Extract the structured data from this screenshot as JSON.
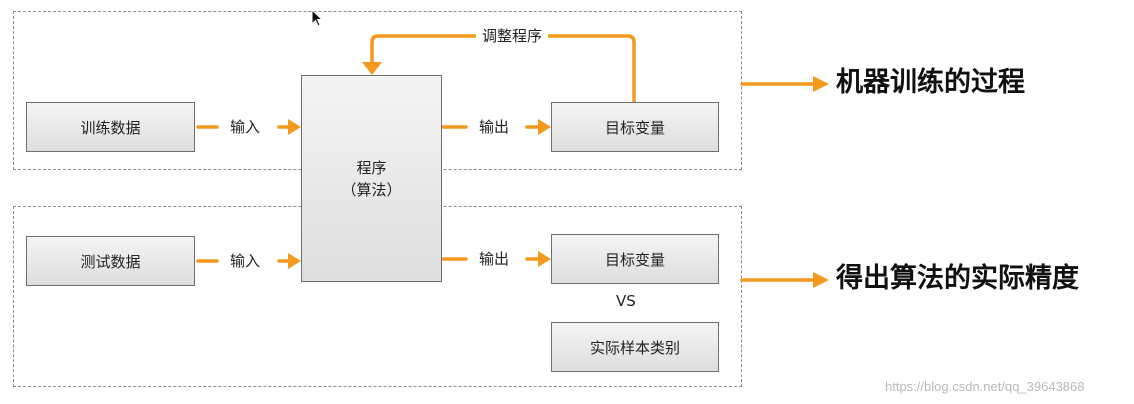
{
  "boxes": {
    "train_data": "训练数据",
    "test_data": "测试数据",
    "program_line1": "程序",
    "program_line2": "（算法）",
    "target_top": "目标变量",
    "target_bottom": "目标变量",
    "actual_class": "实际样本类别"
  },
  "labels": {
    "input_top": "输入",
    "input_bottom": "输入",
    "output_top": "输出",
    "output_bottom": "输出",
    "adjust": "调整程序",
    "vs": "VS"
  },
  "captions": {
    "training": "机器训练的过程",
    "testing": "得出算法的实际精度"
  },
  "watermark": "https://blog.csdn.net/qq_39643868",
  "colors": {
    "arrow": "#f39a1e"
  }
}
